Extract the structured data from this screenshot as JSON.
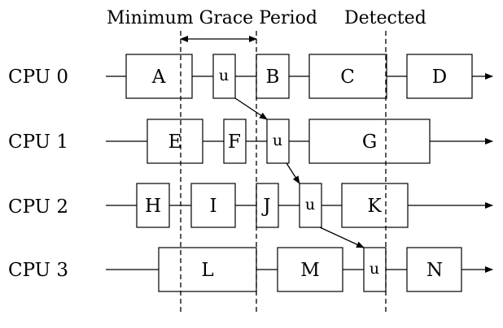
{
  "header": {
    "grace_period_label": "Minimum Grace Period",
    "detected_label": "Detected"
  },
  "cpus": [
    {
      "label": "CPU 0",
      "boxes": [
        "A",
        "u",
        "B",
        "C",
        "D"
      ]
    },
    {
      "label": "CPU 1",
      "boxes": [
        "E",
        "F",
        "u",
        "G"
      ]
    },
    {
      "label": "CPU 2",
      "boxes": [
        "H",
        "I",
        "J",
        "u",
        "K"
      ]
    },
    {
      "label": "CPU 3",
      "boxes": [
        "L",
        "M",
        "u",
        "N"
      ]
    }
  ],
  "colors": {
    "stroke": "#000000",
    "background": "#ffffff"
  }
}
